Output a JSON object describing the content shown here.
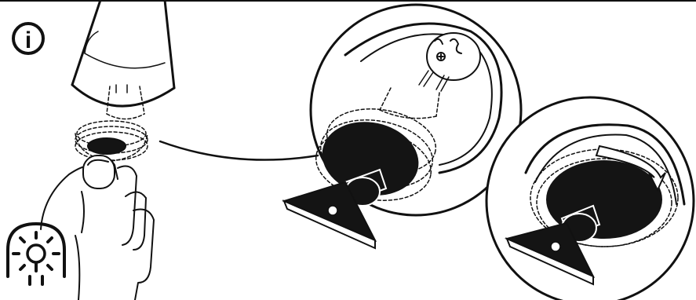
{
  "colors": {
    "ink": "#111111",
    "paper": "#ffffff",
    "fill_dark": "#141414"
  },
  "icons": {
    "info": {
      "name": "info-icon",
      "glyph": "i"
    },
    "lamp": {
      "name": "lamp-icon"
    }
  },
  "panels": [
    {
      "name": "hand-holding-bulb-panel"
    },
    {
      "name": "zoom-remove-bulb-panel"
    },
    {
      "name": "zoom-rotate-bulb-panel"
    }
  ]
}
